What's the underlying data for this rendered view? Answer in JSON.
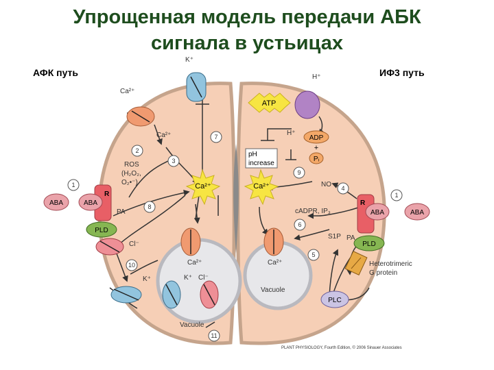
{
  "title_line1": "Упрощенная модель передачи АБК",
  "title_line2": "сигнала в устьицах",
  "left_path_label": "АФК путь",
  "right_path_label": "ИФ3 путь",
  "labels": {
    "k_plus": "K⁺",
    "h_plus": "H⁺",
    "ca2_plus": "Ca²⁺",
    "ros": "ROS",
    "ros_h2o2": "(H₂O₂,",
    "ros_o2": "O₂•⁻)",
    "aba": "ABA",
    "r": "R",
    "pld": "PLD",
    "pa": "PA",
    "cl_minus": "Cl⁻",
    "atp": "ATP",
    "adp": "ADP",
    "plus": "+",
    "pi": "Pᵢ",
    "ph_increase_line1": "pH",
    "ph_increase_line2": "increase",
    "no": "NO",
    "cadpr": "cADPR, IP₃",
    "s1p": "S1P",
    "hetero_line1": "Heterotrimeric",
    "hetero_line2": "G protein",
    "plc": "PLC",
    "vacuole": "Vacuole",
    "credit": "PLANT PHYSIOLOGY, Fourth Edition, © 2006 Sinauer Associates"
  },
  "steps": [
    "1",
    "2",
    "3",
    "4",
    "5",
    "6",
    "7",
    "8",
    "9",
    "10",
    "11"
  ],
  "colors": {
    "title": "#1e4d1e",
    "cell_fill": "#f6cfb6",
    "cell_stroke": "#c5a48c",
    "vacuole": "#e7e7ea",
    "ca_channel": "#f09a70",
    "k_channel": "#92c4de",
    "h_pump": "#b183c5",
    "cl_channel": "#ee8f96",
    "receptor": "#e85f66",
    "pld": "#86b652",
    "atp": "#f7e542",
    "adp": "#f3a868",
    "plc": "#cbc4e4",
    "gprotein": "#e7a945"
  }
}
